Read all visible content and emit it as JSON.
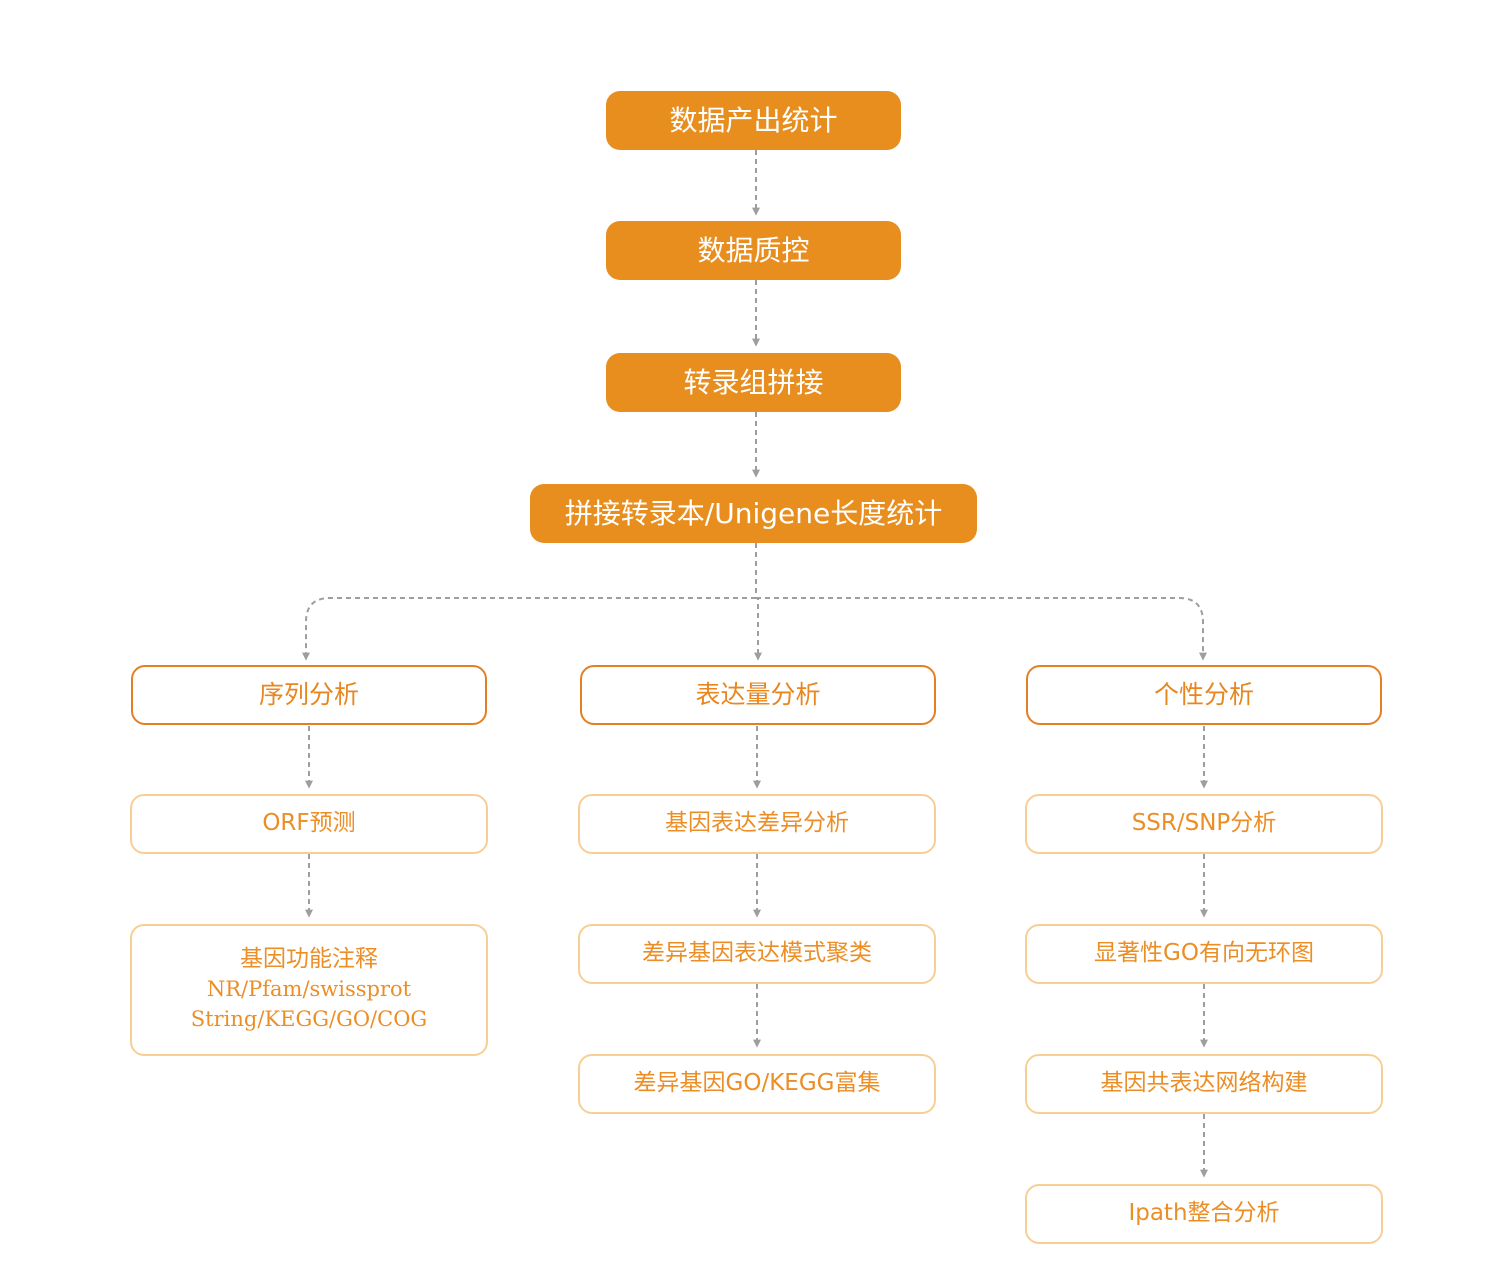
{
  "flow": {
    "top": [
      "数据产出统计",
      "数据质控",
      "转录组拼接",
      "拼接转录本/Unigene长度统计"
    ],
    "branches": [
      {
        "title": "序列分析",
        "steps": [
          {
            "label": "ORF预测"
          },
          {
            "label": "基因功能注释",
            "lines": [
              "NR/Pfam/swissprot",
              "String/KEGG/GO/COG"
            ]
          }
        ]
      },
      {
        "title": "表达量分析",
        "steps": [
          {
            "label": "基因表达差异分析"
          },
          {
            "label": "差异基因表达模式聚类"
          },
          {
            "label": "差异基因GO/KEGG富集"
          }
        ]
      },
      {
        "title": "个性分析",
        "steps": [
          {
            "label": "SSR/SNP分析"
          },
          {
            "label": "显著性GO有向无环图"
          },
          {
            "label": "基因共表达网络构建"
          },
          {
            "label": "Ipath整合分析"
          }
        ]
      }
    ]
  },
  "colors": {
    "primary": "#e88e1e",
    "branch_border": "#e57f25",
    "step_border": "#f7cf96",
    "text_orange": "#ec8e26",
    "connector": "#9e9e9e"
  }
}
